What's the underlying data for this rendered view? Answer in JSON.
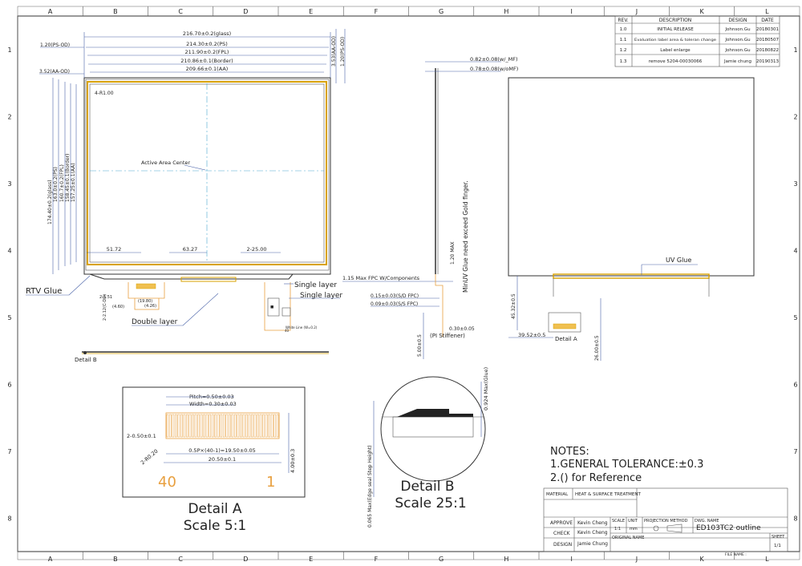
{
  "frame": {
    "cols": [
      "A",
      "B",
      "C",
      "D",
      "E",
      "F",
      "G",
      "H",
      "I",
      "J",
      "K",
      "L"
    ],
    "rows": [
      "1",
      "2",
      "3",
      "4",
      "5",
      "6",
      "7",
      "8"
    ]
  },
  "revision_table": {
    "headers": [
      "REV.",
      "DESCRIPTION",
      "DESIGN",
      "DATE"
    ],
    "rows": [
      [
        "1.0",
        "INITIAL RELEASE",
        "Johnson.Gu",
        "20180301"
      ],
      [
        "1.1",
        "Evaluation label area & toleran change",
        "Johnson.Gu",
        "20180507"
      ],
      [
        "1.2",
        "Label enlarge",
        "Johnson.Gu",
        "20180822"
      ],
      [
        "1.3",
        "remove 5204-00030066",
        "Jamie chung",
        "20190313"
      ]
    ]
  },
  "front_view": {
    "dims_top": [
      "216.70±0.2(glass)",
      "214.30±0.2(PS)",
      "211.90±0.2(FPL)",
      "210.86±0.1(Border)",
      "209.66±0.1(AA)"
    ],
    "dim_ps_od": "1.20(PS-OD)",
    "dim_aa_od": "3.52(AA-OD)",
    "dim_right_1": "3.53(AA-OD)",
    "dim_right_2": "1.20(PS-OD)",
    "corner_radius": "4-R1.00",
    "dims_left": [
      "174.40±0.2(glass)",
      "163.0±0.2(PS)",
      "160.7±0.2(FPL)",
      "158.45±0.1(Border)",
      "157.25±0.1(AA)"
    ],
    "center_label": "Active Area Center",
    "dims_bottom": [
      "51.72",
      "63.27",
      "2-25.00"
    ],
    "rtv_glue": "RTV Glue",
    "single_layer_1": "Single layer",
    "single_layer_2": "Single layer",
    "double_layer": "Double layer",
    "fpc_dims": [
      "2-2.12(C-DD)",
      "2-1.51",
      "(4.60)",
      "(19.80)",
      "(4.26)"
    ],
    "white_line": "White Line (W=0.2)",
    "label_40": "40",
    "detail_b_ref": "Detail B"
  },
  "side_view": {
    "dim_top_1": "0.82±0.08(w/_MF)",
    "dim_top_2": "0.78±0.08(w/oMF)",
    "fpc_max": "1.15 Max FPC W/Components",
    "max_120": "1.20 MAX",
    "glue_note": "MinUV Glue need exceed Gold finger.",
    "fpc_dim_1": "0.15±0.03(S/D FPC)",
    "fpc_dim_2": "0.09±0.03(S/S FPC)",
    "stiffener": "0.30±0.05",
    "stiffener_label": "(PI Stiffener)",
    "dim_500": "5.00±0.5"
  },
  "back_view": {
    "uv_glue": "UV Glue",
    "dim_4532": "45.32±0.5",
    "dim_3952": "39.52±0.5",
    "dim_2600": "26.00±0.5",
    "detail_a_ref": "Detail A"
  },
  "detail_a": {
    "pitch": "Pitch=0.50±0.03",
    "width": "Width=0.30±0.03",
    "left_dim": "2-0.50±0.1",
    "radius": "2-R0.20",
    "dim_pitch_total": "0.5P×(40-1)=19.50±0.05",
    "dim_total": "20.50±0.1",
    "right_dim": "4.00±0.3",
    "label_40": "40",
    "label_1": "1",
    "title": "Detail A",
    "scale": "Scale 5:1"
  },
  "detail_b": {
    "max_glue": "0.924 Max(Glue)",
    "step_height": "0.065 Max(Edge seal Step Height)",
    "title": "Detail B",
    "scale": "Scale 25:1"
  },
  "notes": {
    "title": "NOTES:",
    "line1": "1.GENERAL TOLERANCE:±0.3",
    "line2": "2.() for Reference"
  },
  "title_block": {
    "material_label": "MATERIAL",
    "heat_label": "HEAT & SURFACE TREATMENT",
    "approve_label": "APPROVE",
    "approve_name": "Kevin Cheng",
    "check_label": "CHECK",
    "check_name": "Kevin Cheng",
    "design_label": "DESIGN",
    "design_name": "Jamie Chung",
    "scale_label": "SCALE",
    "scale_value": "1:1",
    "unit_label": "UNIT",
    "unit_value": "mm",
    "projection_label": "PROJECTION METHOD",
    "dwg_label": "DWG. NAME",
    "dwg_name": "ED103TC2 outline",
    "original_label": "ORIGINAL NAME",
    "sheet_label": "SHEET",
    "sheet_value": "1/1",
    "file_label": "FILE NAME :"
  }
}
